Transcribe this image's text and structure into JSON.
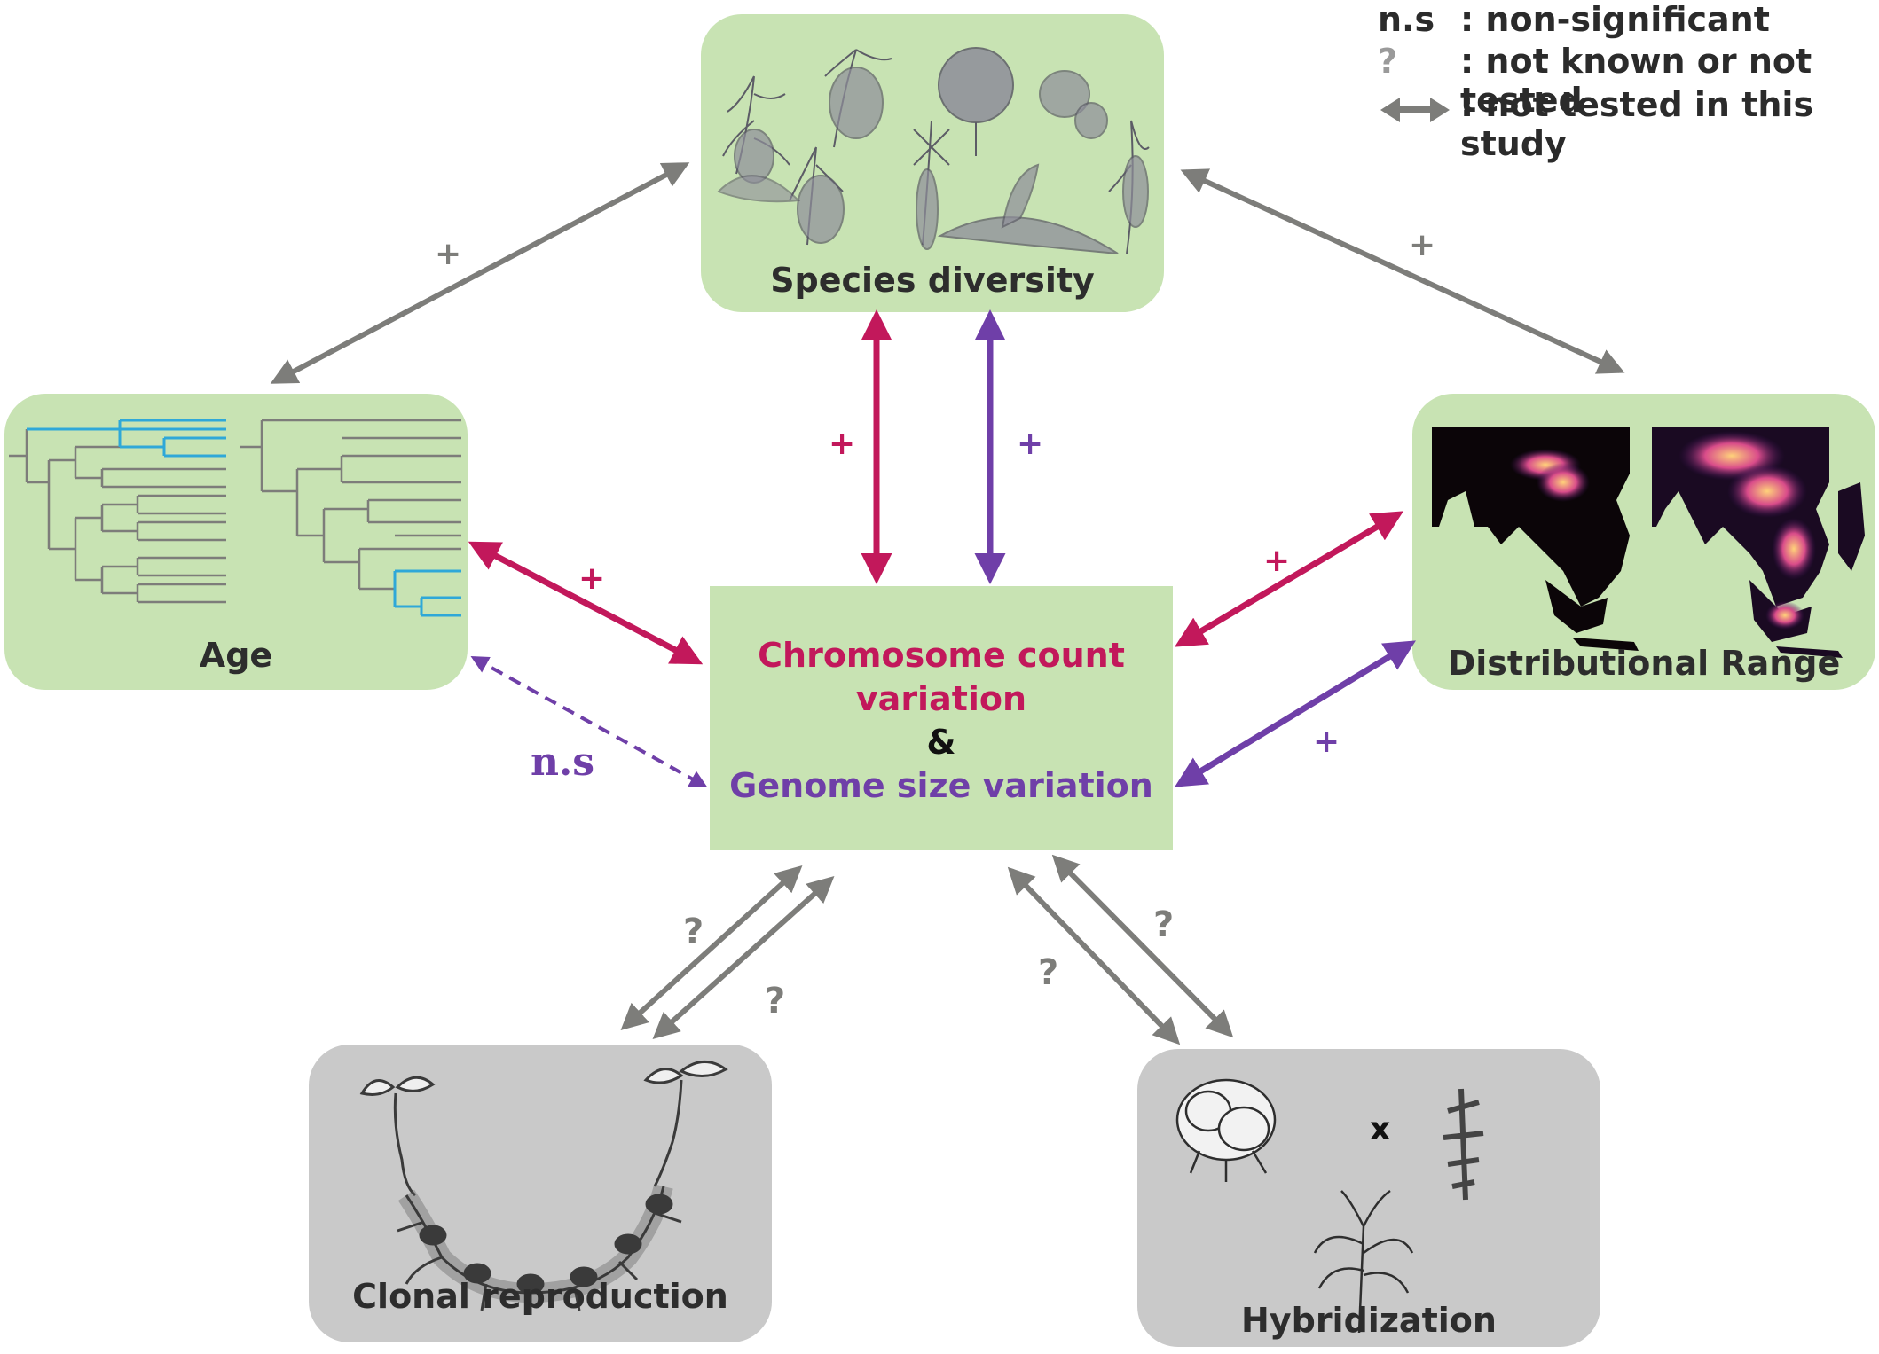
{
  "legend": {
    "items": [
      {
        "key": "n.s",
        "desc": ": non-significant"
      },
      {
        "key": "?",
        "desc": ": not known or not tested"
      },
      {
        "key": "arrow-icon",
        "desc": ": not tested in this study"
      }
    ]
  },
  "nodes": {
    "species_diversity": "Species diversity",
    "age": "Age",
    "distributional_range": "Distributional Range",
    "clonal_reproduction": "Clonal reproduction",
    "hybridization": "Hybridization",
    "hybrid_cross": "x",
    "center": {
      "chromosome": "Chromosome count",
      "variation": "variation",
      "amp": "&",
      "genome": "Genome size variation"
    }
  },
  "edges": {
    "age_species": "+",
    "species_range": "+",
    "species_center_chrom": "+",
    "species_center_genome": "+",
    "age_center_chrom": "+",
    "age_center_genome": "n.s",
    "range_center_chrom": "+",
    "range_center_genome": "+",
    "clonal_q1": "?",
    "clonal_q2": "?",
    "hybrid_q1": "?",
    "hybrid_q2": "?"
  },
  "colors": {
    "chromosome": "#c2185b",
    "genome": "#6f3fa8",
    "untested": "#7d7d7a",
    "green_box": "#c8e3b3",
    "grey_box": "#c9c9c9",
    "tree_blue": "#2fa8d8"
  }
}
